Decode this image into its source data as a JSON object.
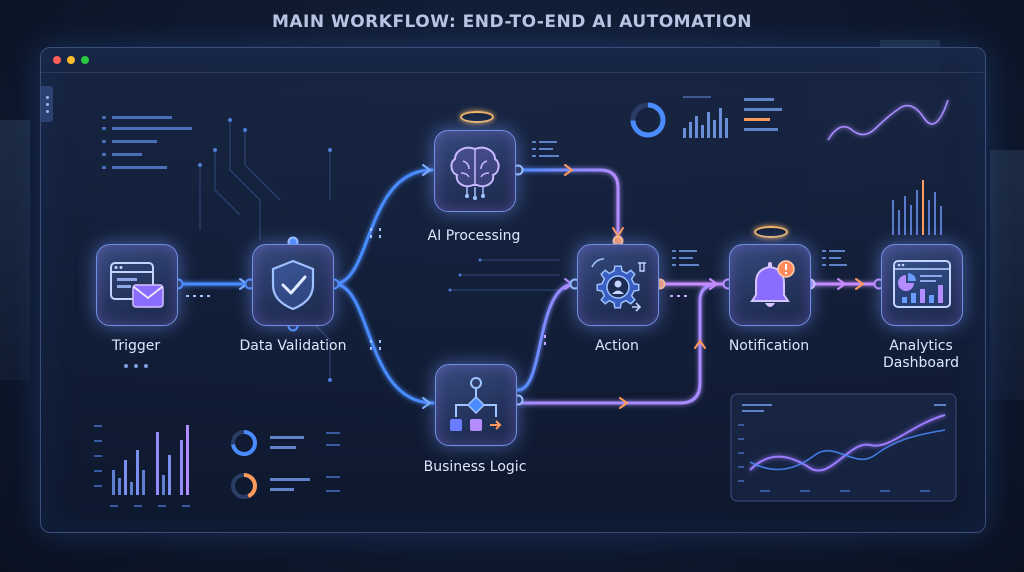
{
  "title": "MAIN WORKFLOW: END-TO-END AI AUTOMATION",
  "colors": {
    "accent_blue": "#4a8cff",
    "accent_purple": "#a88cff",
    "accent_orange": "#ff9a5c",
    "node_border": "#6f8fe0",
    "background": "#0f1a30"
  },
  "window": {
    "controls": [
      "close-dot",
      "minimize-dot",
      "maximize-dot"
    ]
  },
  "nodes": [
    {
      "id": "trigger",
      "label": "Trigger",
      "icon": "mail-window-icon"
    },
    {
      "id": "data-validation",
      "label": "Data Validation",
      "icon": "shield-check-icon"
    },
    {
      "id": "ai-processing",
      "label": "AI Processing",
      "icon": "brain-circuit-icon"
    },
    {
      "id": "business-logic",
      "label": "Business Logic",
      "icon": "flowchart-icon"
    },
    {
      "id": "action",
      "label": "Action",
      "icon": "gear-user-icon"
    },
    {
      "id": "notification",
      "label": "Notification",
      "icon": "bell-alert-icon"
    },
    {
      "id": "analytics-dashboard",
      "label": "Analytics\nDashboard",
      "label_line1": "Analytics",
      "label_line2": "Dashboard",
      "icon": "bar-chart-window-icon"
    }
  ],
  "edges": [
    [
      "trigger",
      "data-validation"
    ],
    [
      "data-validation",
      "ai-processing"
    ],
    [
      "data-validation",
      "business-logic"
    ],
    [
      "ai-processing",
      "action"
    ],
    [
      "business-logic",
      "action"
    ],
    [
      "business-logic",
      "notification"
    ],
    [
      "action",
      "notification"
    ],
    [
      "notification",
      "analytics-dashboard"
    ]
  ]
}
